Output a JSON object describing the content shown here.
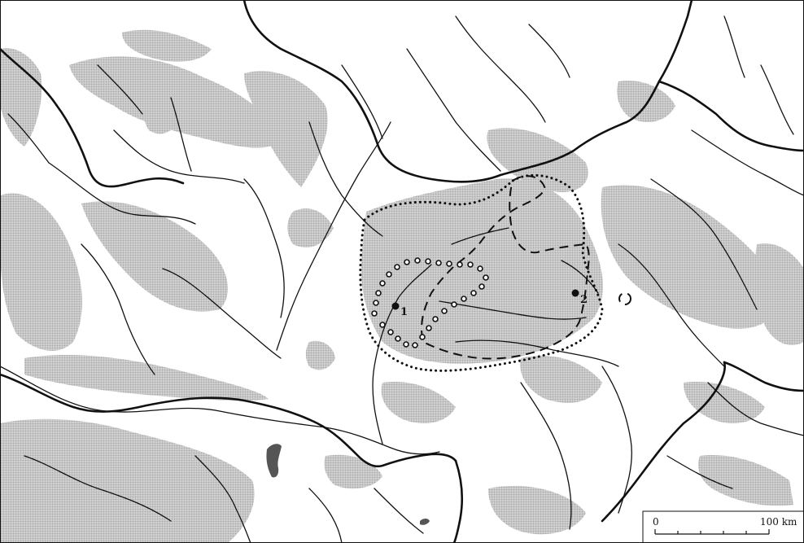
{
  "map": {
    "sites": [
      {
        "id": "1",
        "label": "1"
      },
      {
        "id": "2",
        "label": "2"
      }
    ],
    "scale_bar": {
      "start_label": "0",
      "end_label": "100 km"
    },
    "colors": {
      "upland_fill": "#bdbdbd",
      "lake_fill": "#555555",
      "line": "#111111",
      "background": "#ffffff"
    }
  }
}
